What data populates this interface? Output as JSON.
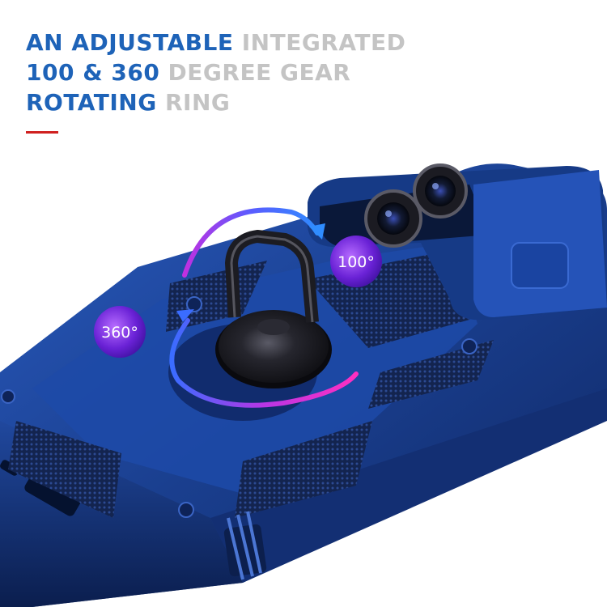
{
  "headline": {
    "line1_highlight": "AN ADJUSTABLE",
    "line1_rest": " INTEGRATED",
    "line2_highlight": "100 & 360",
    "line2_rest": " DEGREE GEAR",
    "line3_highlight": "ROTATING",
    "line3_rest": " RING"
  },
  "badges": {
    "rotate_360": "360°",
    "rotate_100": "100°"
  },
  "colors": {
    "headline_highlight": "#1e63b8",
    "headline_muted": "#c4c4c4",
    "accent_rule": "#d0201f",
    "case_blue": "#1a3f8f",
    "case_dark": "#10285e",
    "ring_black": "#1c1c22",
    "arrow_blue": "#3a7bff",
    "arrow_magenta": "#e02bd0",
    "badge_purple": "#7a2bd9"
  },
  "icons": {
    "rotation_arrow_top": "curved-arrow-icon",
    "rotation_arrow_bottom": "curved-arrow-icon",
    "camera_lens": "camera-lens-icon"
  }
}
